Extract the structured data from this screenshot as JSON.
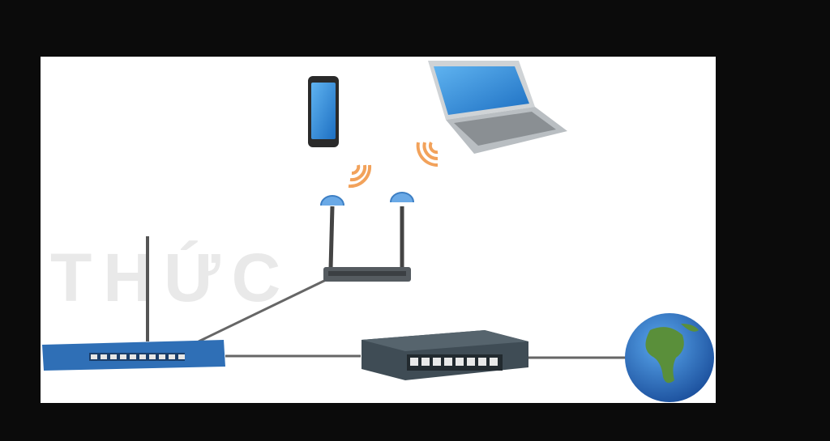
{
  "watermark": {
    "text": "THỨC"
  },
  "devices": [
    {
      "name": "smartphone",
      "icon": "smartphone-icon"
    },
    {
      "name": "laptop",
      "icon": "laptop-icon"
    },
    {
      "name": "wireless-access-point",
      "icon": "wifi-router-icon"
    },
    {
      "name": "router",
      "icon": "router-icon"
    },
    {
      "name": "network-switch",
      "icon": "switch-icon"
    },
    {
      "name": "internet",
      "icon": "globe-icon"
    }
  ],
  "colors": {
    "signal": "#f2a25b",
    "device_blue": "#2f6fb6",
    "switch_gray": "#3f4c55",
    "cable": "#666666"
  }
}
